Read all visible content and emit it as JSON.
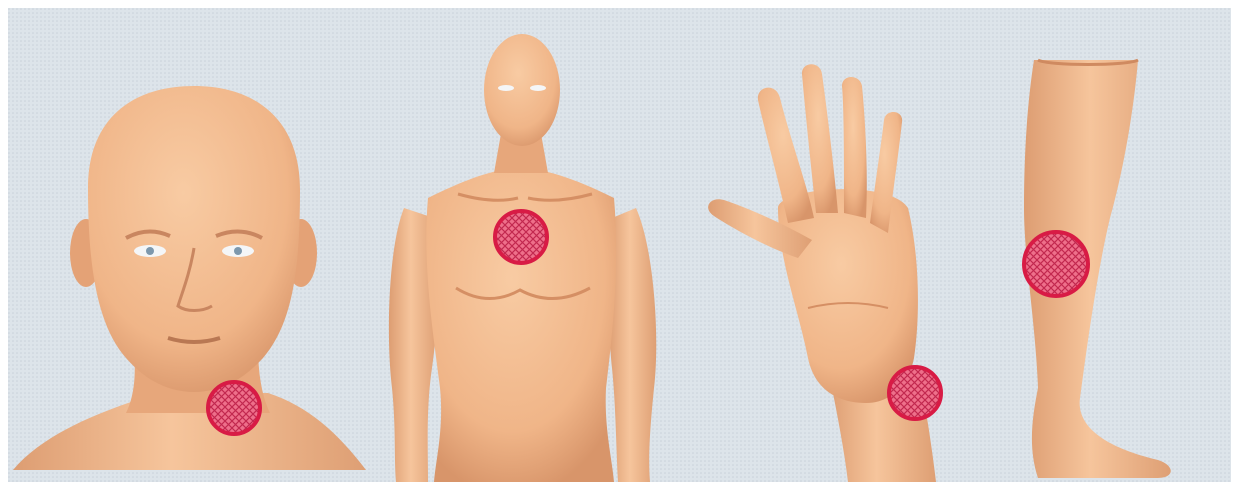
{
  "figure": {
    "background_color": "#dde4ea",
    "skin_color": "#f2ba8e",
    "skin_shadow_color": "#d8956a",
    "marker_color": "#d81b45",
    "marker_fill_color": "#ee6f8a",
    "panels": [
      {
        "subject": "head-and-neck",
        "marker_location": "neck"
      },
      {
        "subject": "torso",
        "marker_location": "chest"
      },
      {
        "subject": "hand",
        "marker_location": "wrist"
      },
      {
        "subject": "lower-leg",
        "marker_location": "calf"
      }
    ]
  }
}
